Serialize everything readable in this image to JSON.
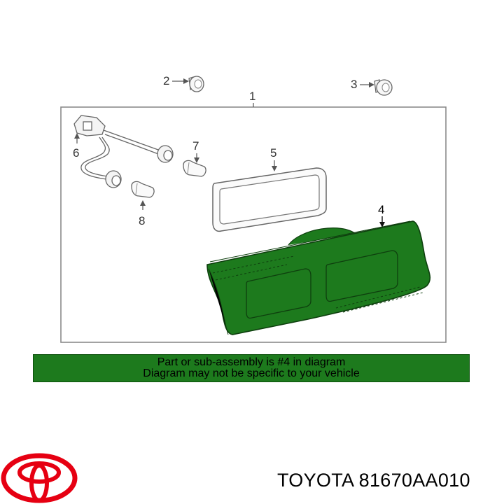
{
  "diagram": {
    "callouts": {
      "assembly": "1",
      "clip_2": "2",
      "clip_3": "3",
      "lamp_lens": "4",
      "gasket": "5",
      "socket_wire": "6",
      "bulb_7": "7",
      "bulb_8": "8"
    },
    "highlight_color": "#1d7a1d"
  },
  "note": {
    "line1": "Part or sub-assembly is #4 in diagram",
    "line2": "Diagram may not be specific to your vehicle",
    "background": "#1d7a1d"
  },
  "footer": {
    "part_number": "TOYOTA 81670AA010"
  },
  "logo": {
    "icon": "toyota-logo-icon",
    "color": "#e60012"
  }
}
